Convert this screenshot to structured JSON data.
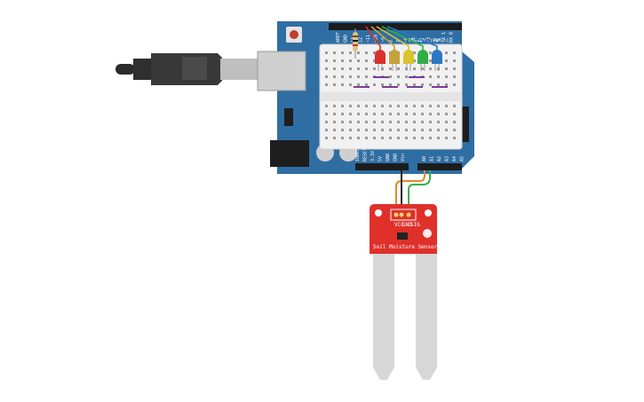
{
  "canvas": {
    "background": "#ffffff"
  },
  "arduino": {
    "board_color": "#2f6ea3",
    "top_header_labels": [
      "AREF",
      "GND",
      "13",
      "12",
      "~11",
      "~10",
      "~9",
      "8",
      "7",
      "~6",
      "~5",
      "4",
      "~3",
      "2",
      "TX 1",
      "RX 0"
    ],
    "top_header_caption": "DIGITAL (PWM ~)",
    "power_header_labels": [
      "IOREF",
      "RESET",
      "3.3V",
      "5V",
      "GND",
      "GND",
      "Vin"
    ],
    "analog_header_labels": [
      "A0",
      "A1",
      "A2",
      "A3",
      "A4",
      "A5"
    ]
  },
  "leds": [
    {
      "color": "#d9302b"
    },
    {
      "color": "#c8a13a"
    },
    {
      "color": "#d8c62e"
    },
    {
      "color": "#2fae47"
    },
    {
      "color": "#2a78c4"
    }
  ],
  "sensor": {
    "label": "Soil Moisture Sensor",
    "pin_labels": [
      "VCC",
      "GND",
      "SIG"
    ],
    "board_color": "#e0302a",
    "probe_color": "#d7d7d7"
  },
  "wires": {
    "vcc_color": "#e08a2a",
    "gnd_color": "#222222",
    "sig_color": "#38b04a"
  }
}
